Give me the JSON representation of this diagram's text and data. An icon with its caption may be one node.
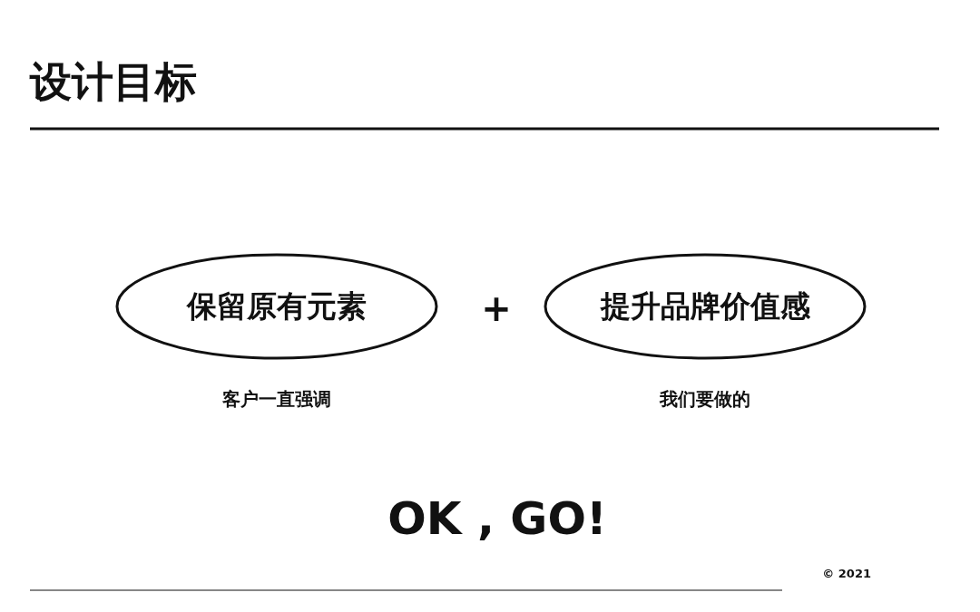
{
  "diagram": {
    "title": "设计目标",
    "nodes": [
      {
        "text": [
          "保留原有元素"
        ],
        "beside": [
          "客户一直强调"
        ]
      },
      {
        "text": [
          "提升品牌价值感"
        ],
        "beside": [
          "我们要做的"
        ]
      }
    ],
    "labels": [
      "+",
      "OK , GO!",
      "© 2021"
    ]
  }
}
